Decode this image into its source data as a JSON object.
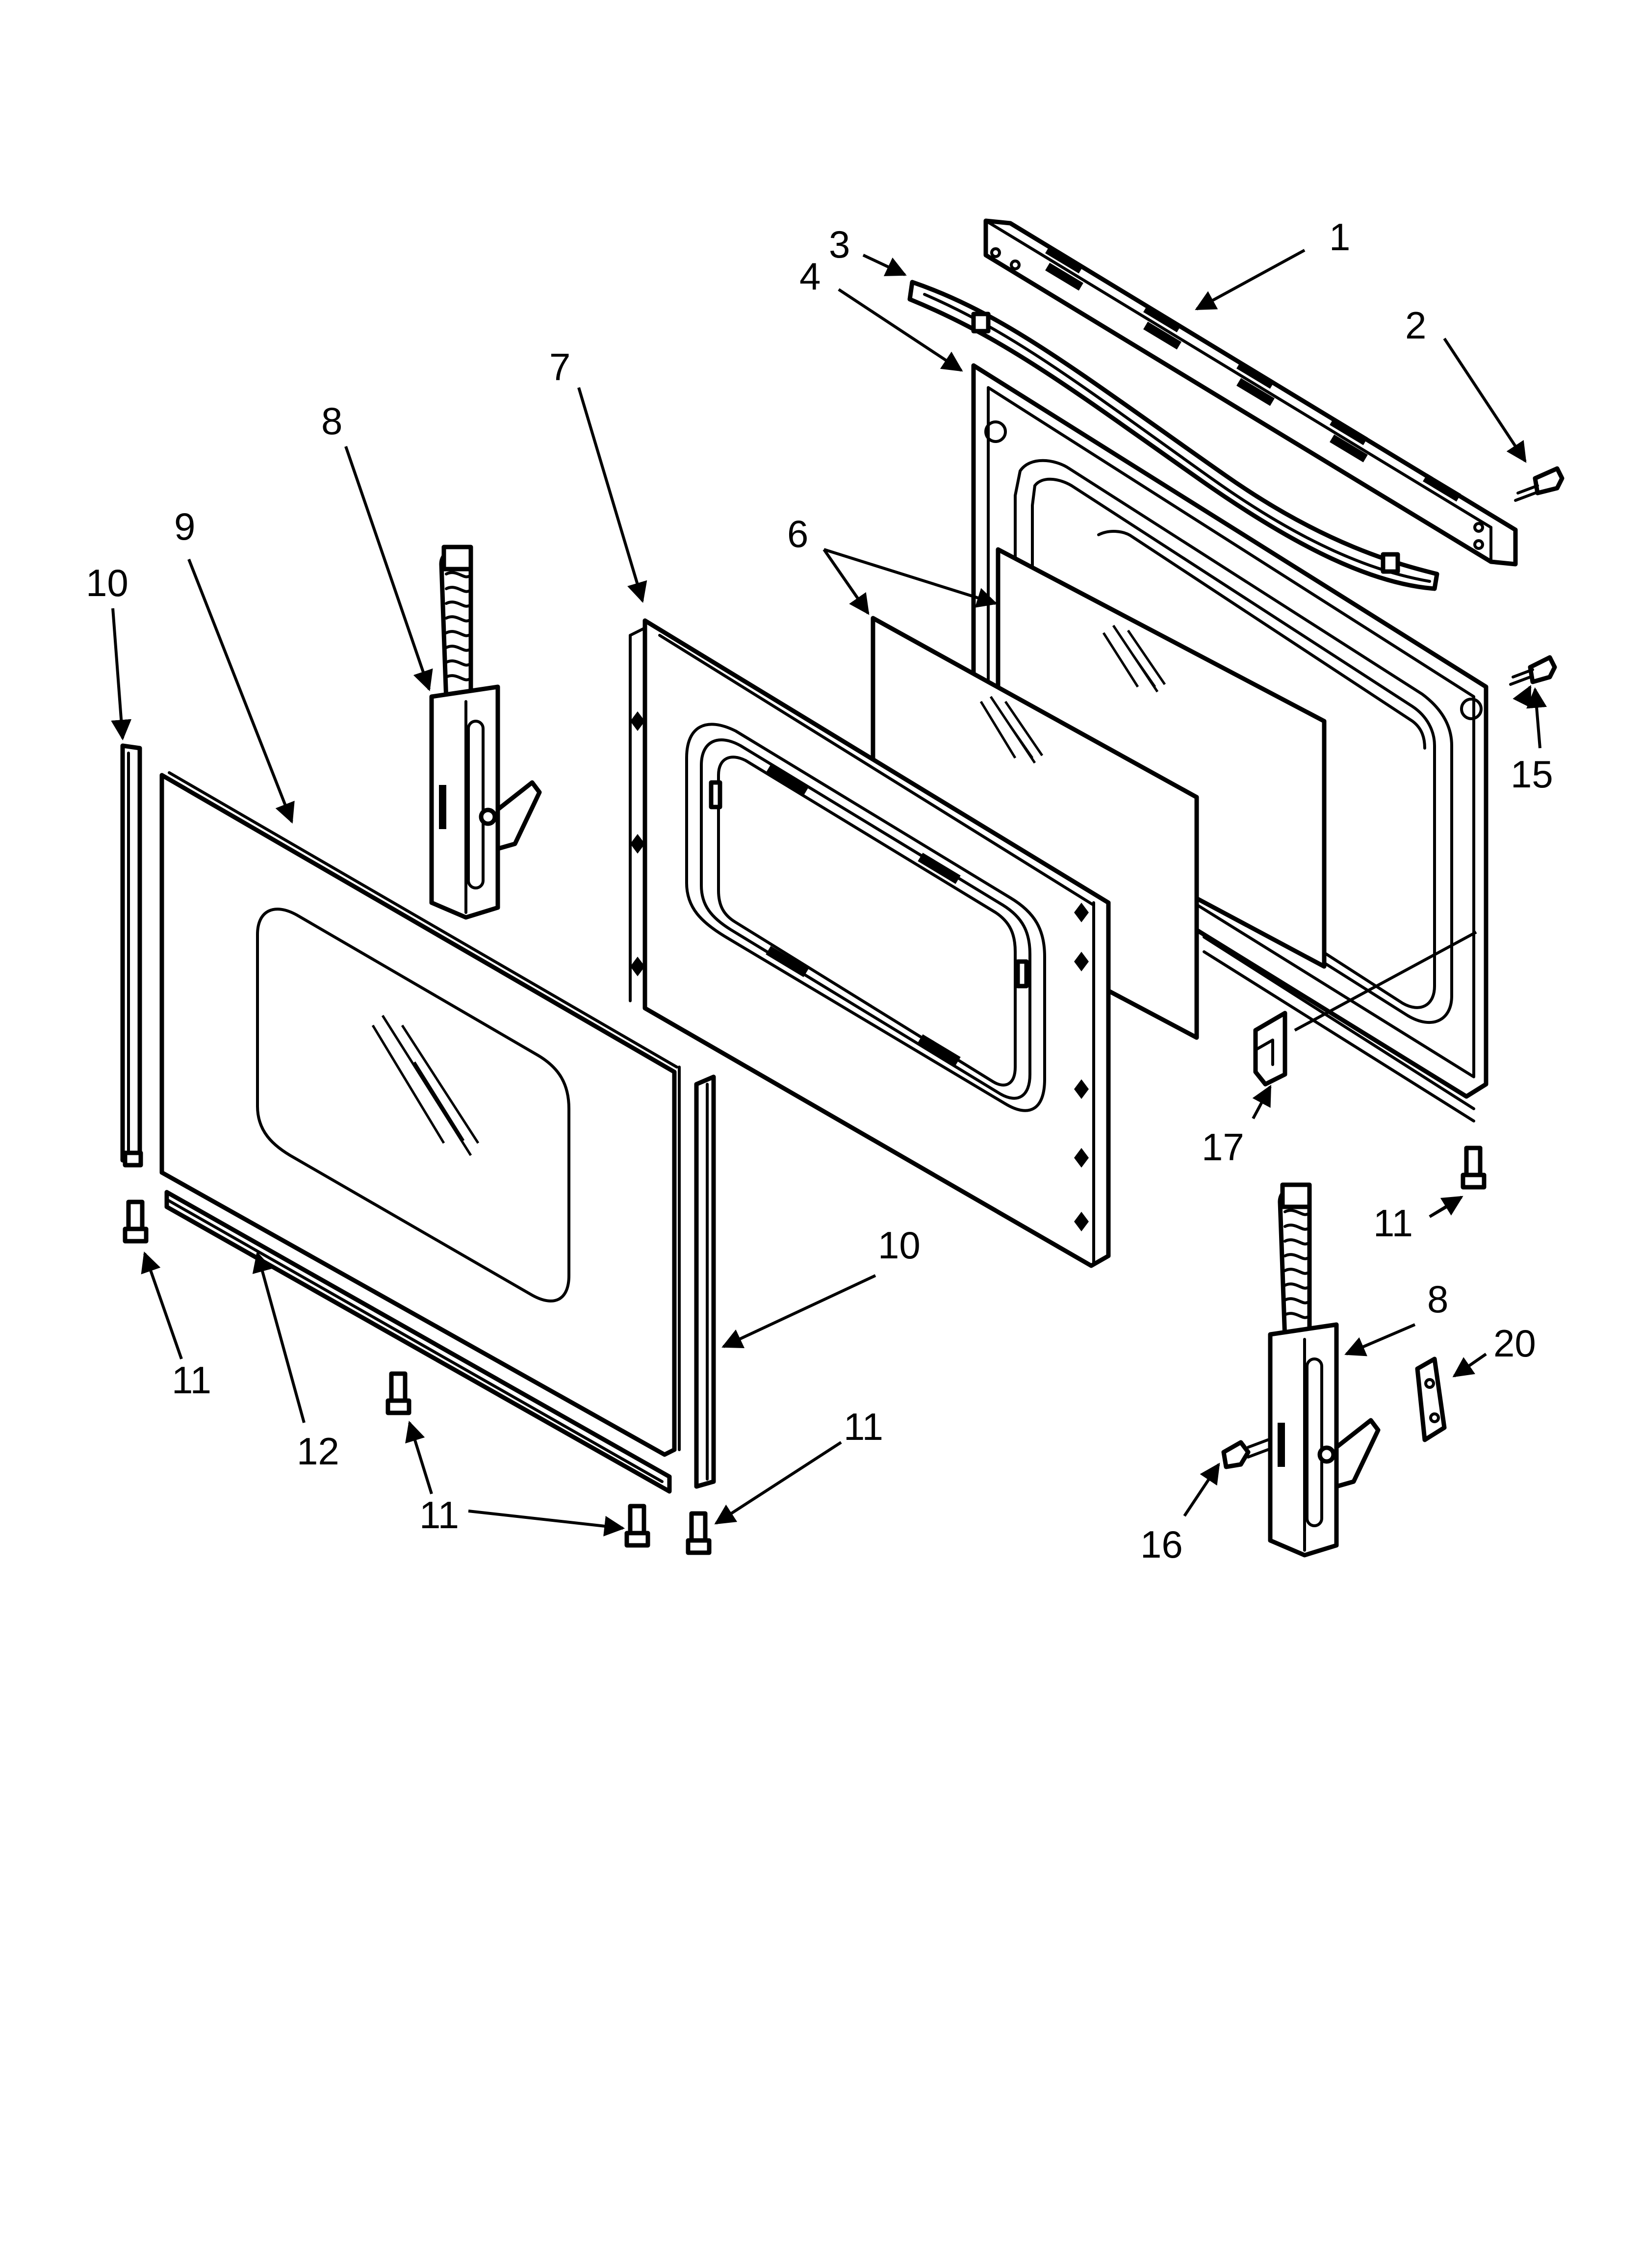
{
  "callouts": {
    "c1": "1",
    "c2": "2",
    "c3": "3",
    "c4": "4",
    "c6": "6",
    "c7": "7",
    "c8a": "8",
    "c8b": "8",
    "c9": "9",
    "c10a": "10",
    "c10b": "10",
    "c11a": "11",
    "c11b": "11",
    "c11c": "11",
    "c11d": "11",
    "c12": "12",
    "c15": "15",
    "c16": "16",
    "c17": "17",
    "c20": "20"
  },
  "colors": {
    "line": "#000000",
    "background": "#ffffff"
  }
}
